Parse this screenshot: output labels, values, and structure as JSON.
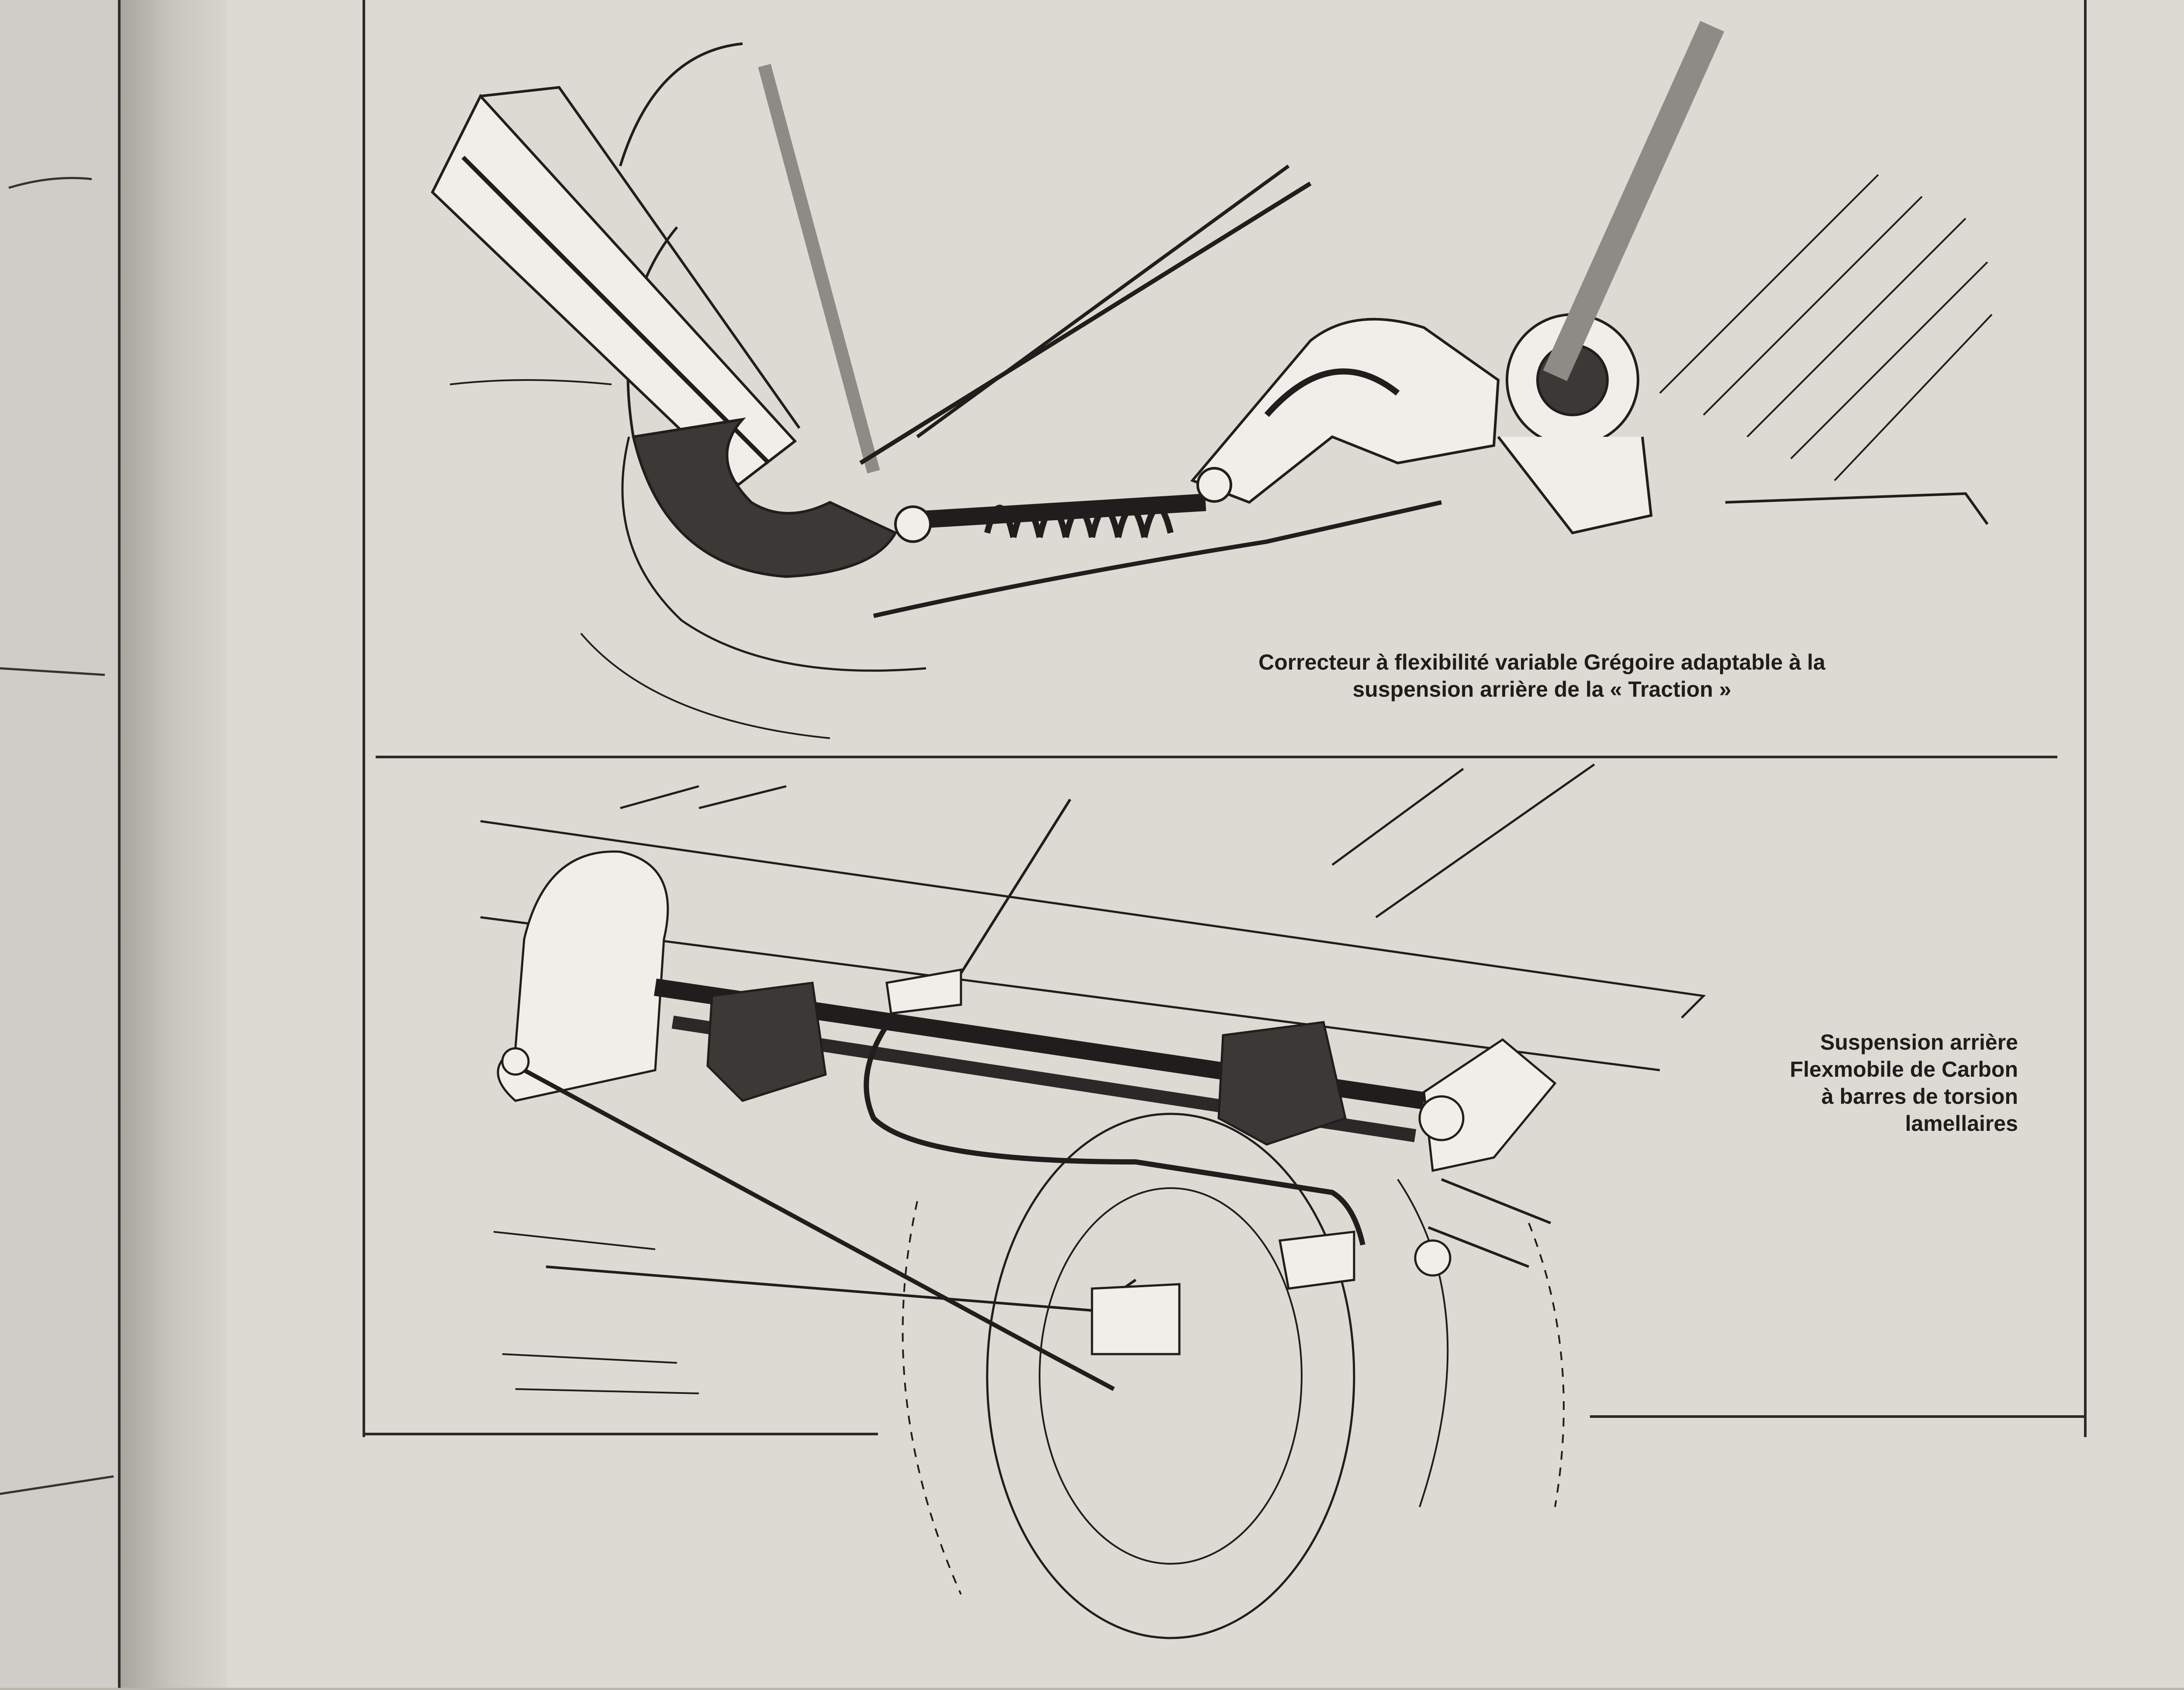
{
  "captions": {
    "top": {
      "line1": "Correcteur à flexibilité variable Grégoire adaptable à la",
      "line2": "suspension arrière de la « Traction »"
    },
    "bottom": {
      "line1": "Suspension arrière",
      "line2": "Flexmobile de Carbon",
      "line3": "à barres de torsion",
      "line4": "lamellaires"
    }
  }
}
